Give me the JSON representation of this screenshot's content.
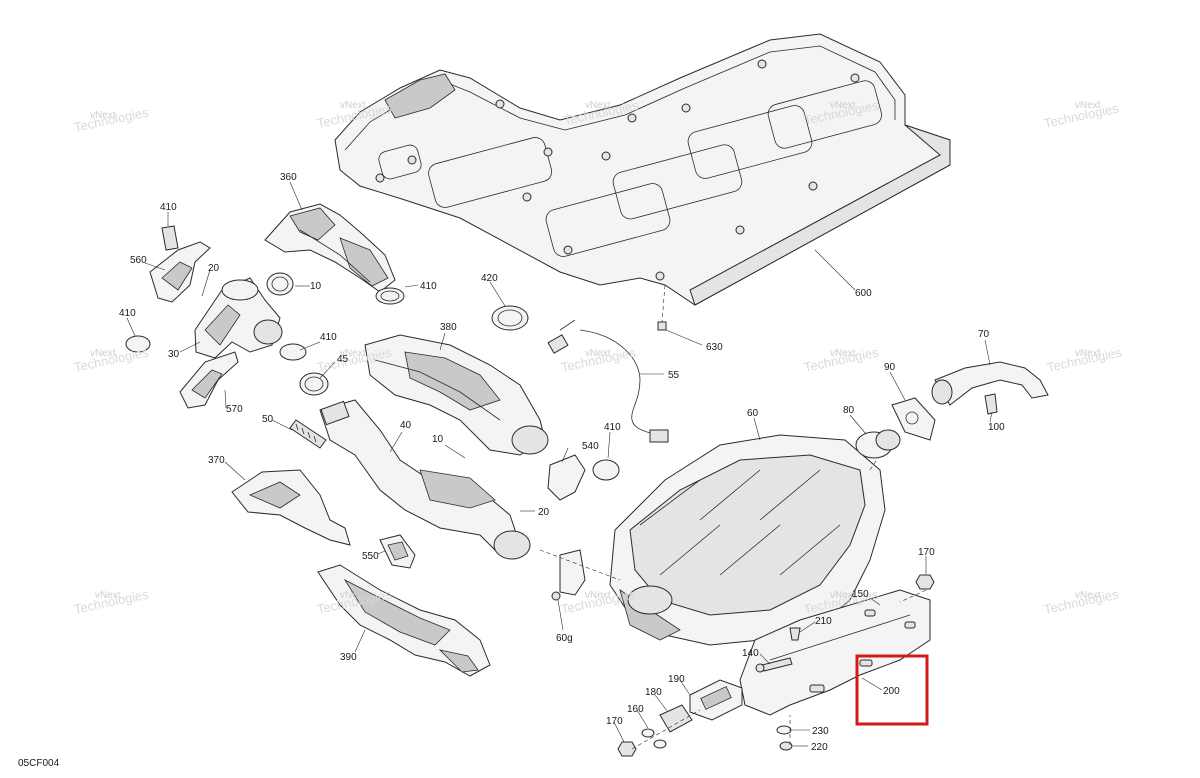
{
  "diagram_code": "05CF004",
  "watermark": [
    "vNext",
    "Technologies"
  ],
  "highlight_color": "#d11a1a",
  "callouts": [
    "600",
    "630",
    "360",
    "410",
    "560",
    "20",
    "10",
    "410",
    "410",
    "30",
    "410",
    "420",
    "380",
    "45",
    "55",
    "570",
    "50",
    "40",
    "10",
    "540",
    "410",
    "370",
    "20",
    "550",
    "60g",
    "390",
    "60",
    "80",
    "90",
    "70",
    "100",
    "170",
    "150",
    "210",
    "140",
    "200",
    "190",
    "180",
    "160",
    "170",
    "230",
    "220"
  ],
  "highlighted_part": "200"
}
